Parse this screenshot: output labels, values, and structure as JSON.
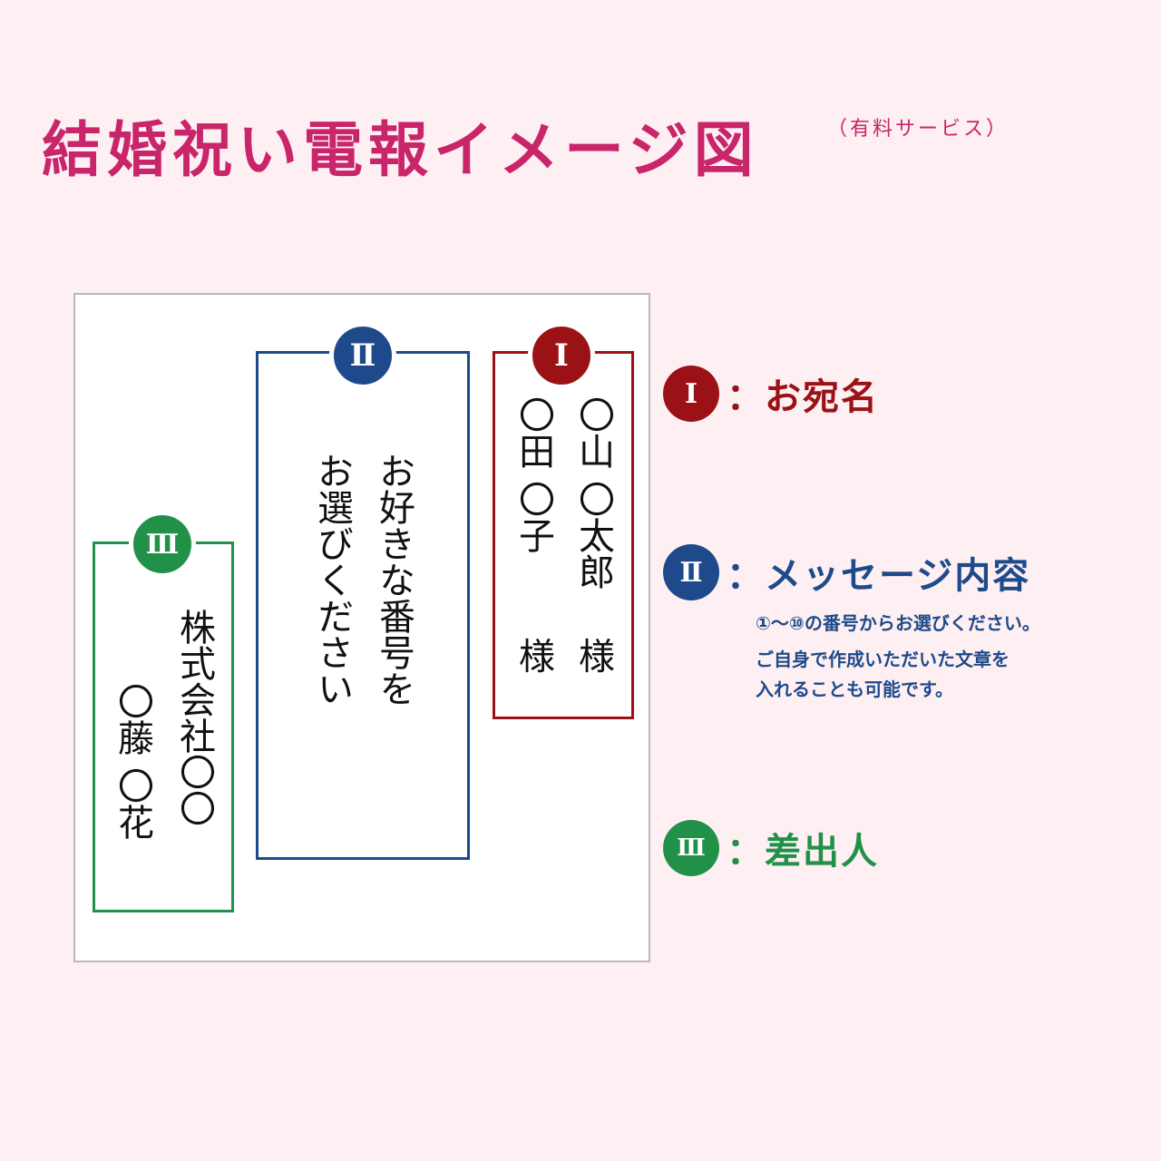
{
  "title": "結婚祝い電報イメージ図",
  "title_note": "（有料サービス）",
  "colors": {
    "title": "#c8256a",
    "section1": "#9b1216",
    "section2": "#1e4a8b",
    "section3": "#21914a"
  },
  "sections": [
    {
      "badge": "Ⅰ",
      "name": "お宛名",
      "label": "：お宛名",
      "content_cols": [
        "〇山 〇太郎　 様",
        "〇田 〇子　　 様"
      ]
    },
    {
      "badge": "Ⅱ",
      "name": "メッセージ内容",
      "label": "：メッセージ内容",
      "content_cols": [
        "お好きな番号を",
        "お選びください"
      ],
      "notes": [
        "①～⑩の番号からお選びください。",
        "ご自身で作成いただいた文章を",
        "入れることも可能です。"
      ]
    },
    {
      "badge": "Ⅲ",
      "name": "差出人",
      "label": "：差出人",
      "content_cols": [
        "株式会社〇〇",
        "〇藤 〇花"
      ]
    }
  ]
}
